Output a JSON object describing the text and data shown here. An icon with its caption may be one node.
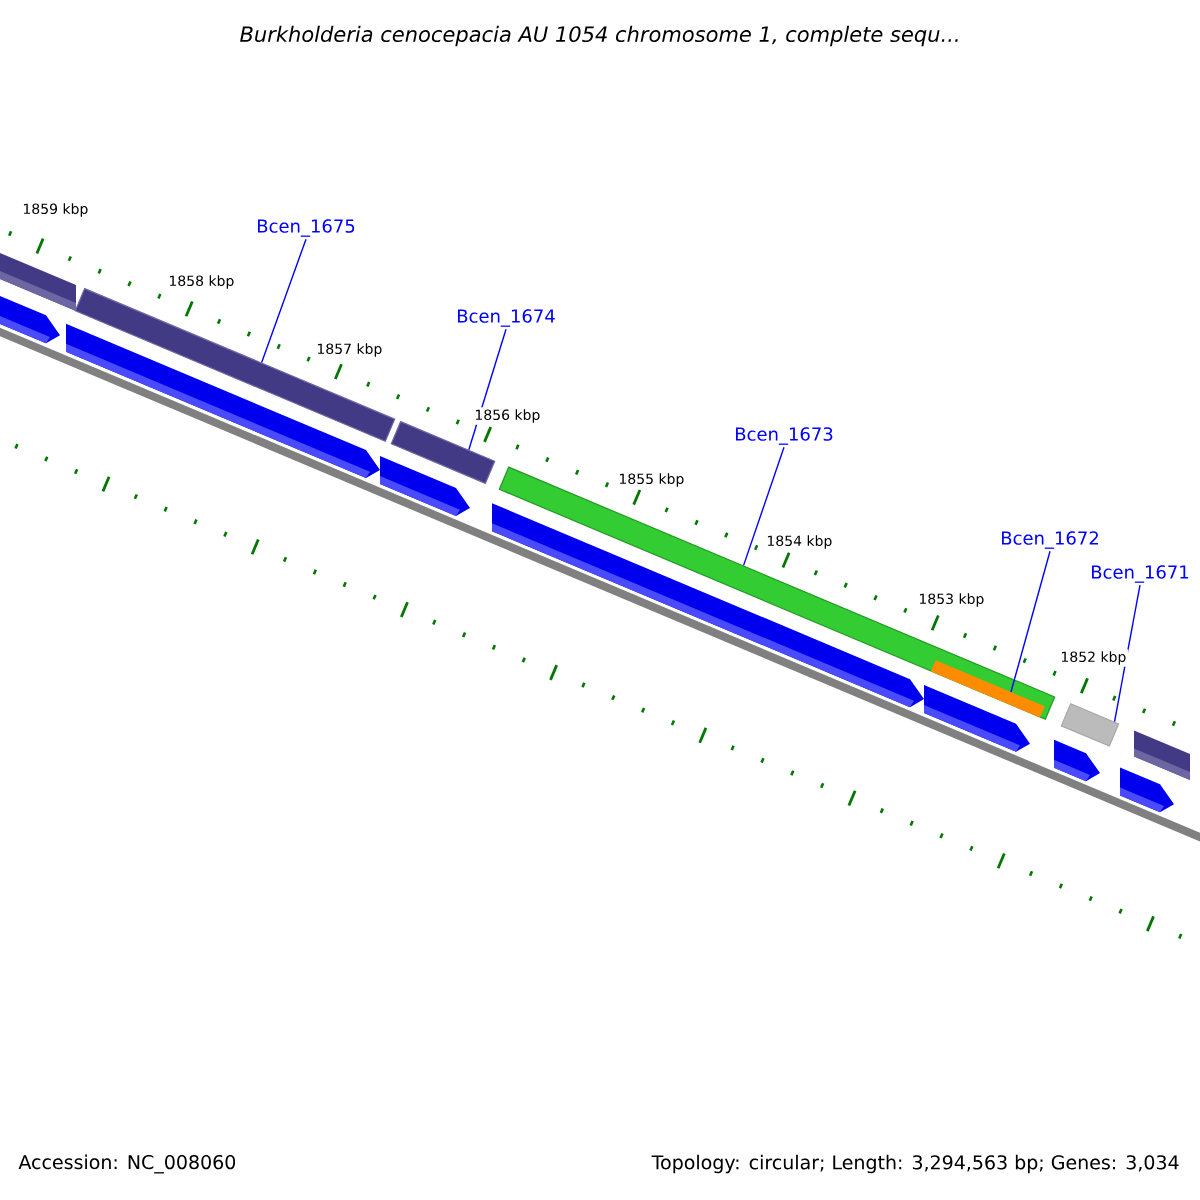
{
  "diagram": {
    "title": "Burkholderia cenocepacia AU 1054 chromosome 1, complete sequ...",
    "nodes": [
      {
        "text": [
          "Bcen_1675"
        ]
      },
      {
        "text": [
          "Bcen_1674"
        ]
      },
      {
        "text": [
          "Bcen_1673"
        ]
      },
      {
        "text": [
          "Bcen_1672"
        ]
      },
      {
        "text": [
          "Bcen_1671"
        ]
      },
      {
        "text": [],
        "shape": "bar"
      },
      {
        "text": [],
        "shape": "bar"
      },
      {
        "text": [],
        "shape": "bar"
      },
      {
        "text": [],
        "shape": "bar",
        "in": 7
      },
      {
        "text": [],
        "shape": "bar"
      }
    ],
    "edges": [
      {
        "from": 0,
        "to": 5,
        "arrow": "none"
      },
      {
        "from": 1,
        "to": 6,
        "arrow": "none"
      },
      {
        "from": 2,
        "to": 7,
        "arrow": "none"
      },
      {
        "from": 3,
        "to": 8,
        "arrow": "none"
      },
      {
        "from": 4,
        "to": 9,
        "arrow": "none"
      }
    ],
    "labels": [
      "1859 kbp",
      "1858 kbp",
      "1857 kbp",
      "1856 kbp",
      "1855 kbp",
      "1854 kbp",
      "1853 kbp",
      "1852 kbp",
      "Accession: NC_008060",
      "Topology: circular; Length: 3,294,563 bp; Genes: 3,034"
    ]
  }
}
